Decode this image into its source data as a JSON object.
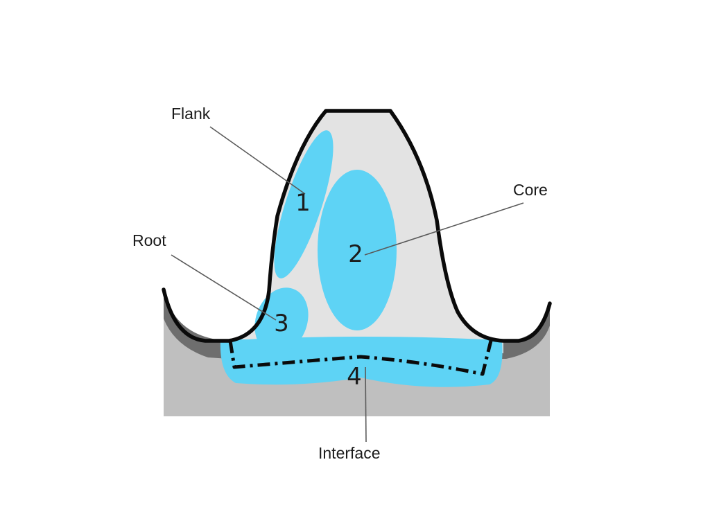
{
  "labels": {
    "flank": "Flank",
    "core": "Core",
    "root": "Root",
    "interface": "Interface"
  },
  "regions": {
    "r1": "1",
    "r2": "2",
    "r3": "3",
    "r4": "4"
  },
  "colors": {
    "tooth_fill": "#e3e3e3",
    "base_fill": "#bfbfbf",
    "shadow_fill": "#6e6e6e",
    "region_fill": "#5ed3f5",
    "outline": "#0a0a0a"
  }
}
